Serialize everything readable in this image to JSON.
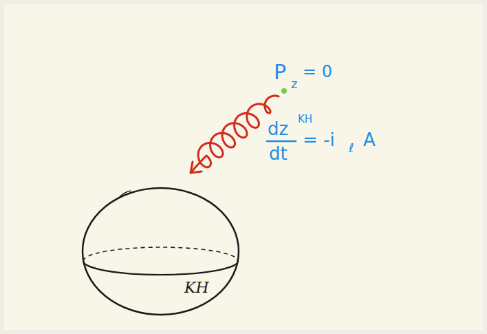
{
  "diagram": {
    "nodes": [
      {
        "text": [
          "KH"
        ]
      }
    ],
    "labels": [
      "P",
      "z",
      "= 0",
      "dz",
      "dt",
      "KH",
      "= -i",
      "ℓ",
      "A"
    ]
  }
}
